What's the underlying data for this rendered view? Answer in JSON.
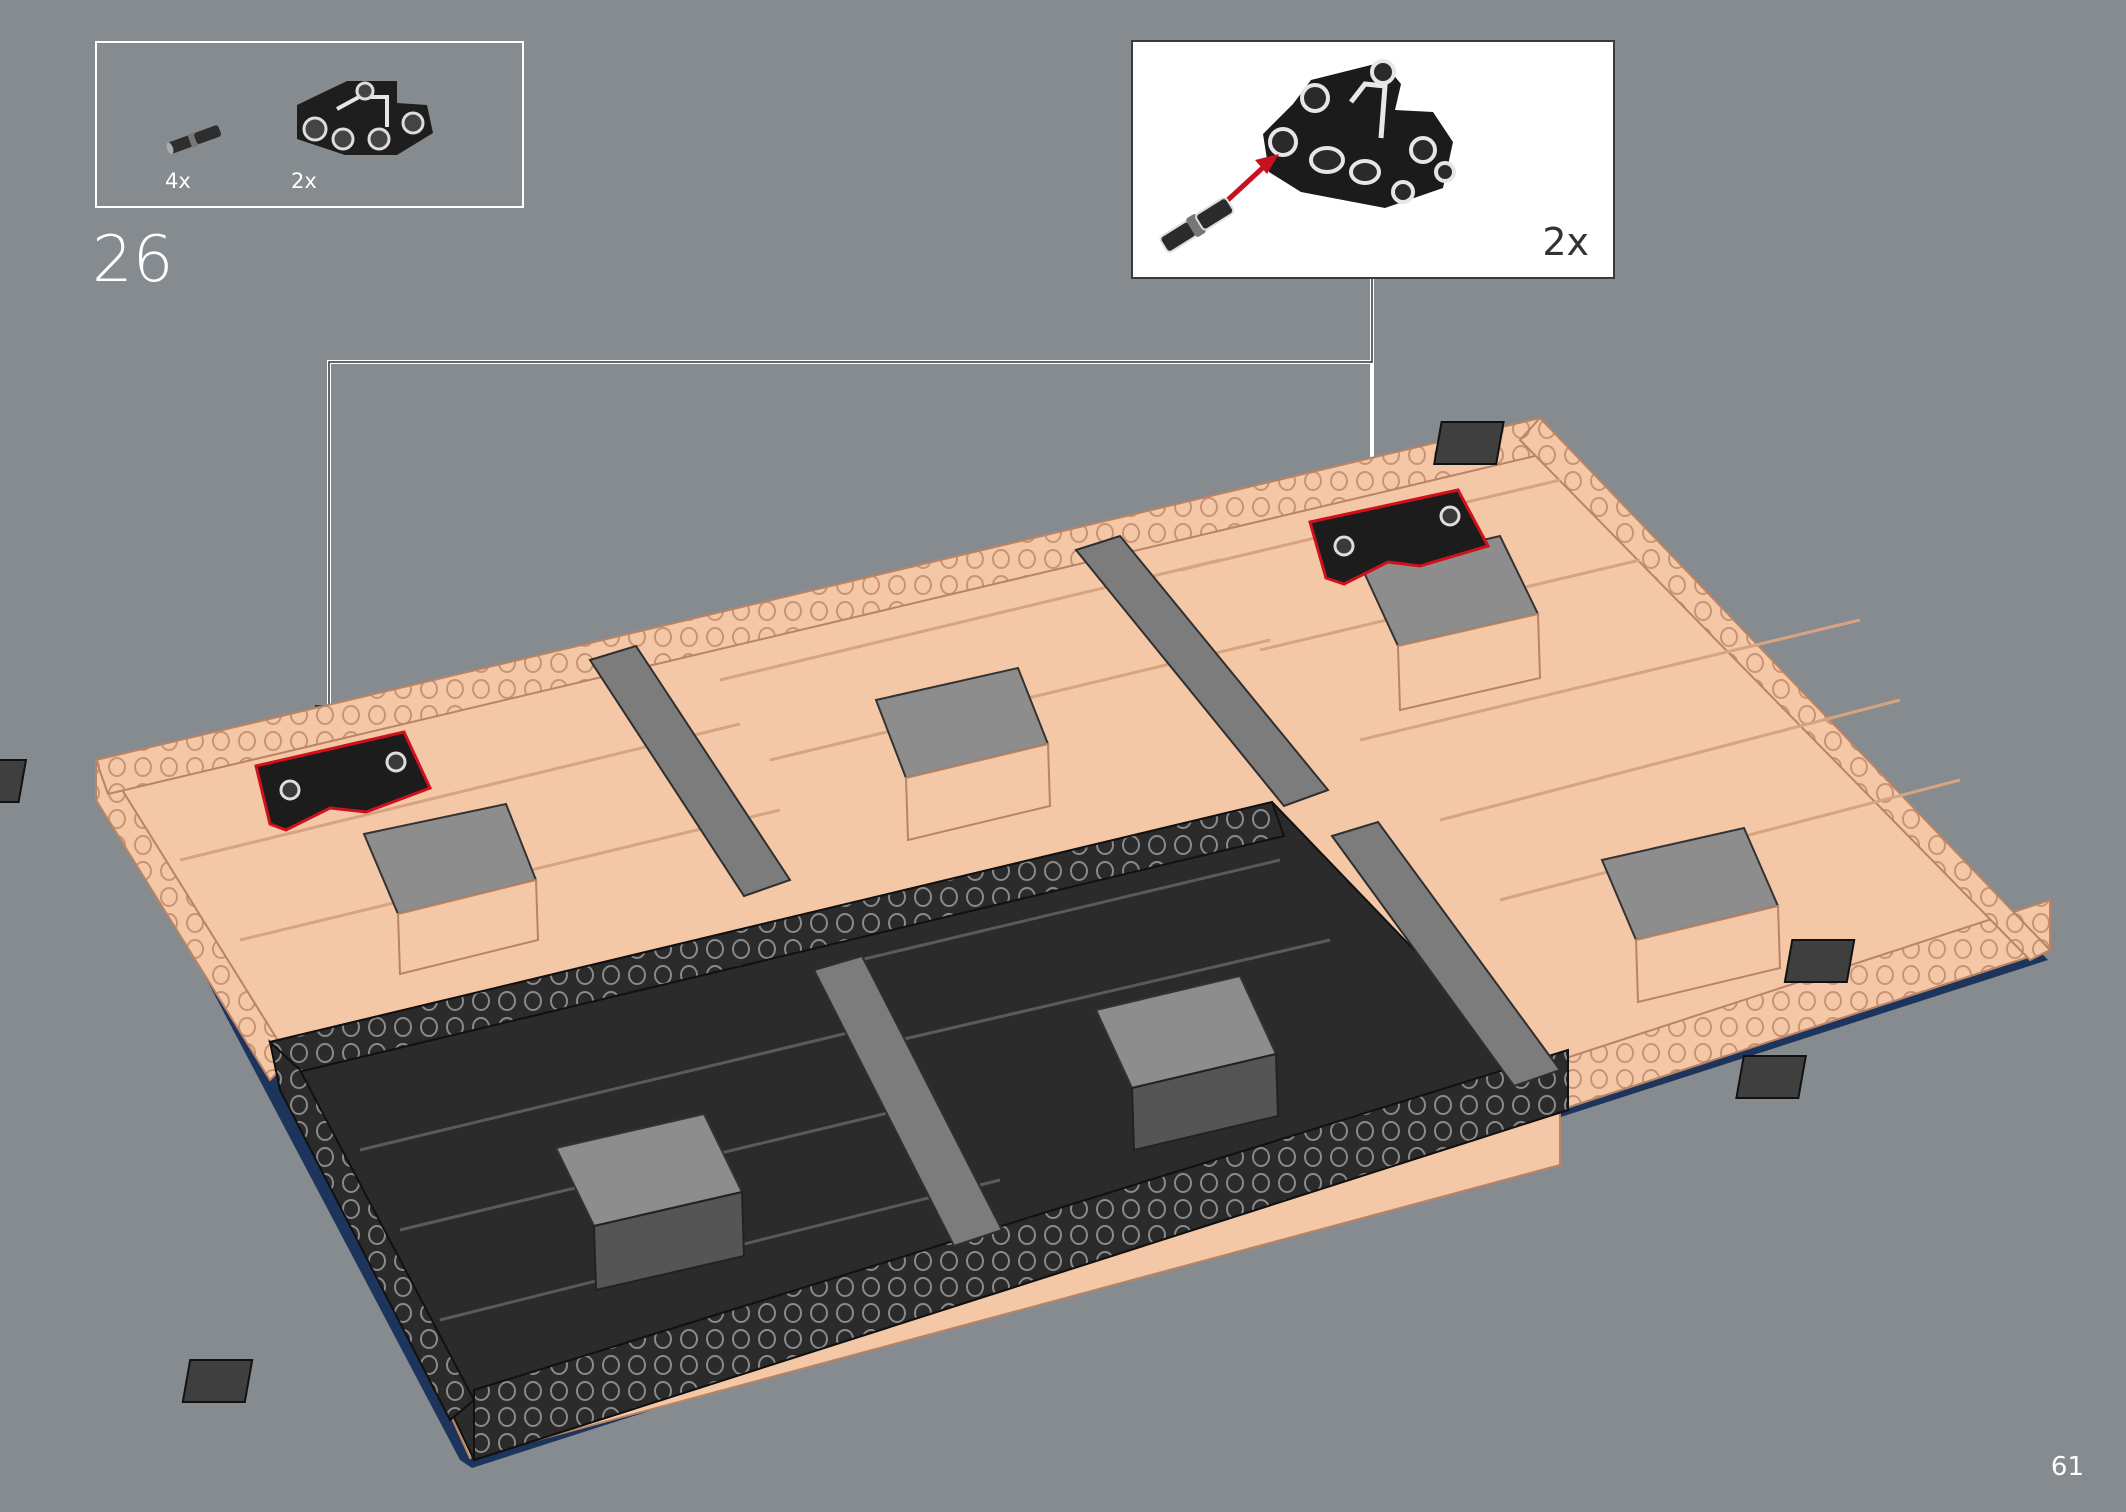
{
  "parts_list": {
    "items": [
      {
        "name": "pin-with-bushing",
        "qty": "4x",
        "color": "#2e2e2e"
      },
      {
        "name": "double-angled-liftarm",
        "qty": "2x",
        "color": "#1e1e1e"
      }
    ]
  },
  "step": {
    "number": "26"
  },
  "callout": {
    "qty": "2x",
    "arrow_color": "#c8101e"
  },
  "page": {
    "number": "61"
  },
  "colors": {
    "background": "#858b8e",
    "tan": "#f4c8a6",
    "tan_shade": "#e2ae8a",
    "black_part": "#2b2b2b",
    "grey_plate": "#8d8d8d",
    "blue_edge": "#1d355c",
    "highlight": "#d0101c"
  }
}
